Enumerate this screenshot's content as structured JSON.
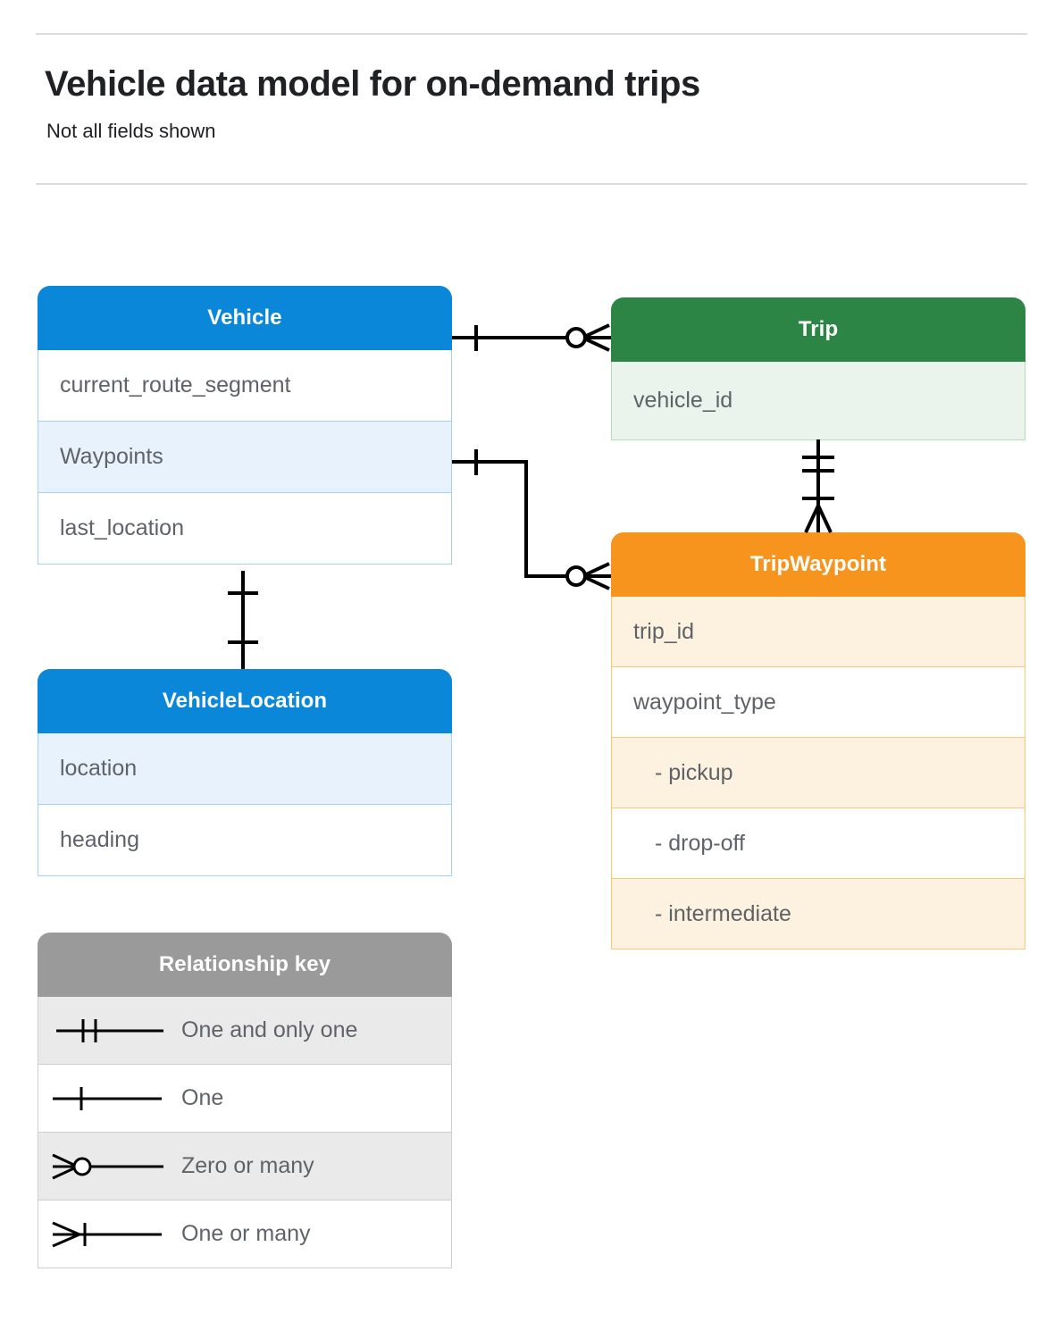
{
  "header": {
    "title": "Vehicle data model for on-demand trips",
    "subtitle": "Not all fields shown"
  },
  "entities": [
    {
      "name": "Vehicle",
      "color": "#0a87d8",
      "fields": [
        {
          "label": "current_route_segment",
          "highlighted": false
        },
        {
          "label": "Waypoints",
          "highlighted": true
        },
        {
          "label": "last_location",
          "highlighted": false
        }
      ]
    },
    {
      "name": "Trip",
      "color": "#2c8545",
      "fields": [
        {
          "label": "vehicle_id",
          "highlighted": true
        }
      ]
    },
    {
      "name": "TripWaypoint",
      "color": "#f6941d",
      "fields": [
        {
          "label": "trip_id",
          "highlighted": true
        },
        {
          "label": "waypoint_type",
          "highlighted": false
        },
        {
          "label": "-  pickup",
          "highlighted": true
        },
        {
          "label": "-  drop-off",
          "highlighted": false
        },
        {
          "label": "-  intermediate",
          "highlighted": true
        }
      ]
    },
    {
      "name": "VehicleLocation",
      "color": "#0a87d8",
      "fields": [
        {
          "label": "location",
          "highlighted": true
        },
        {
          "label": "heading",
          "highlighted": false
        }
      ]
    }
  ],
  "legend": {
    "title": "Relationship key",
    "color": "#9a9a9a",
    "items": [
      {
        "symbol": "one-and-only-one",
        "label": "One and only one"
      },
      {
        "symbol": "one",
        "label": "One"
      },
      {
        "symbol": "zero-or-many",
        "label": "Zero or many"
      },
      {
        "symbol": "one-or-many",
        "label": "One or many"
      }
    ]
  },
  "relationships": [
    {
      "from": "Vehicle",
      "to": "Trip",
      "from_cardinality": "one",
      "to_cardinality": "zero-or-many"
    },
    {
      "from": "Vehicle.Waypoints",
      "to": "TripWaypoint",
      "from_cardinality": "one",
      "to_cardinality": "zero-or-many"
    },
    {
      "from": "Trip",
      "to": "TripWaypoint",
      "from_cardinality": "one-and-only-one",
      "to_cardinality": "one-or-many"
    },
    {
      "from": "Vehicle",
      "to": "VehicleLocation",
      "from_cardinality": "one",
      "to_cardinality": "one"
    }
  ]
}
